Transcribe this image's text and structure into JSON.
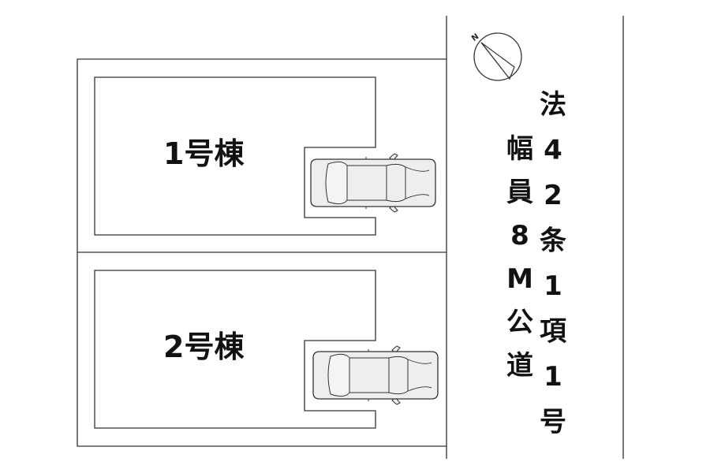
{
  "buildings": [
    {
      "label": "1号棟"
    },
    {
      "label": "2号棟"
    }
  ],
  "road": {
    "legal_text": "法42条1項1号",
    "width_text": "幅員8M公道"
  },
  "compass": {
    "letter": "N",
    "icon": "north-arrow-icon"
  },
  "colors": {
    "line": "#333333",
    "car_fill": "#eeeeee",
    "background": "#ffffff"
  }
}
